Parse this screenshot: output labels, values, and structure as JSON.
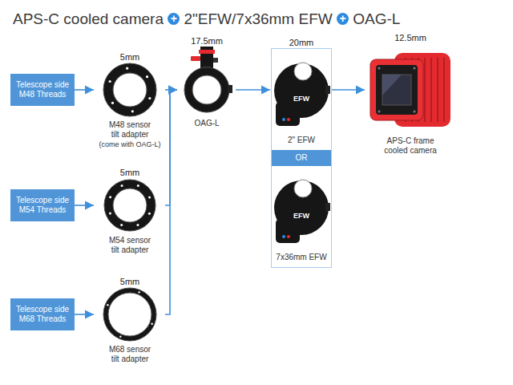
{
  "diagram": {
    "title": "APS-C cooled camera + 2\"EFW/7x36mm EFW + OAG-L",
    "nodes": [
      {
        "text": [
          "Telescope side M48 Threads"
        ]
      },
      {
        "text": [
          "5mm",
          "M48 sensor tilt adapter",
          "(come with OAG-L)"
        ]
      },
      {
        "text": [
          "17.5mm",
          "OAG-L"
        ]
      },
      {
        "text": [
          "20mm"
        ]
      },
      {
        "text": [
          "2\" EFW"
        ],
        "in": 3
      },
      {
        "text": [
          "OR"
        ],
        "in": 3
      },
      {
        "text": [
          "7x36mm EFW"
        ],
        "in": 3
      },
      {
        "text": [
          "12.5mm",
          "APS-C frame cooled camera"
        ]
      },
      {
        "text": [
          "Telescope side M54 Threads"
        ]
      },
      {
        "text": [
          "5mm",
          "M54 sensor tilt adapter"
        ]
      },
      {
        "text": [
          "Telescope side M68 Threads"
        ]
      },
      {
        "text": [
          "5mm",
          "M68 sensor tilt adapter"
        ]
      }
    ],
    "edges": [
      {
        "from": 0,
        "to": 1,
        "arrow": "to"
      },
      {
        "from": 1,
        "to": 2,
        "arrow": "to"
      },
      {
        "from": 8,
        "to": 9,
        "arrow": "to"
      },
      {
        "from": 9,
        "to": 2,
        "arrow": "to"
      },
      {
        "from": 10,
        "to": 11,
        "arrow": "to"
      },
      {
        "from": 11,
        "to": 2,
        "arrow": "to"
      },
      {
        "from": 2,
        "to": 3,
        "arrow": "to"
      },
      {
        "from": 3,
        "to": 7,
        "arrow": "to"
      }
    ],
    "labels": [
      "EFW",
      "EFW"
    ]
  }
}
